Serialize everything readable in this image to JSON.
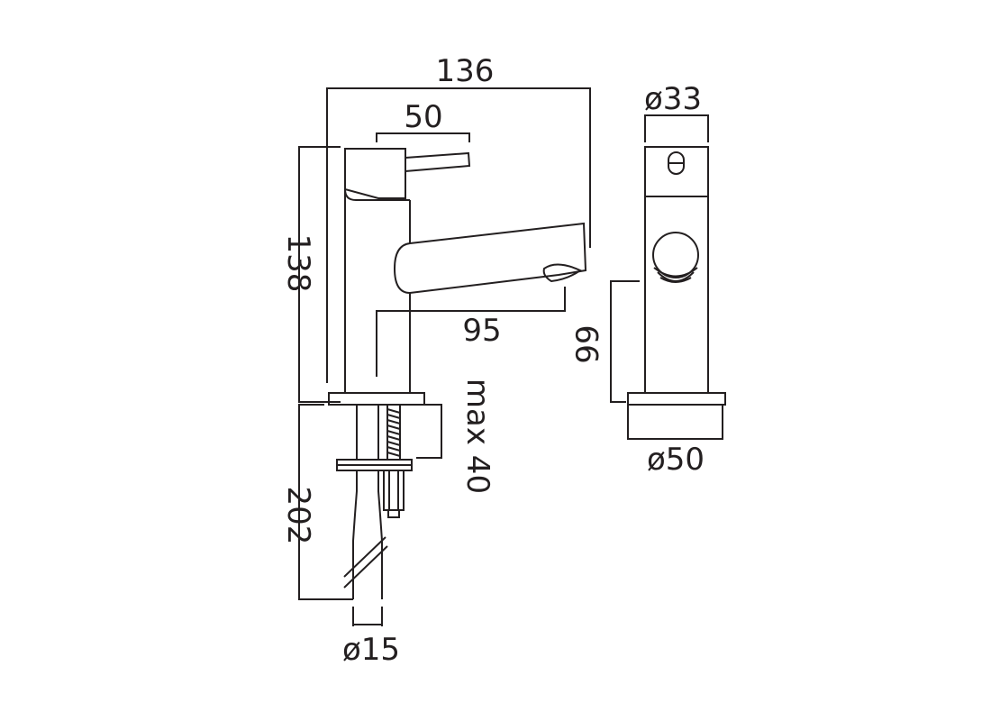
{
  "dimensions": {
    "overall_width": "136",
    "lever_length": "50",
    "body_height": "138",
    "spout_reach": "95",
    "spout_height": "99",
    "max_deck_thickness": "max 40",
    "tail_length": "202",
    "tail_diameter": "ø15",
    "body_diameter": "ø33",
    "base_diameter": "ø50"
  },
  "colors": {
    "line": "#231f20",
    "background": "#ffffff"
  }
}
